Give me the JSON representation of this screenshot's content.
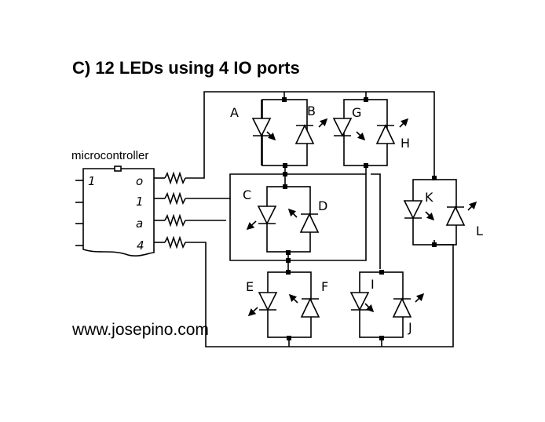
{
  "title": "C) 12 LEDs using 4 IO ports",
  "microcontroller": {
    "label": "microcontroller",
    "pin_one": "1",
    "ports": [
      "o",
      "1",
      "a",
      "4"
    ]
  },
  "leds": [
    "A",
    "B",
    "G",
    "H",
    "C",
    "D",
    "K",
    "L",
    "E",
    "F",
    "I",
    "J"
  ],
  "footer": "www.josepino.com"
}
